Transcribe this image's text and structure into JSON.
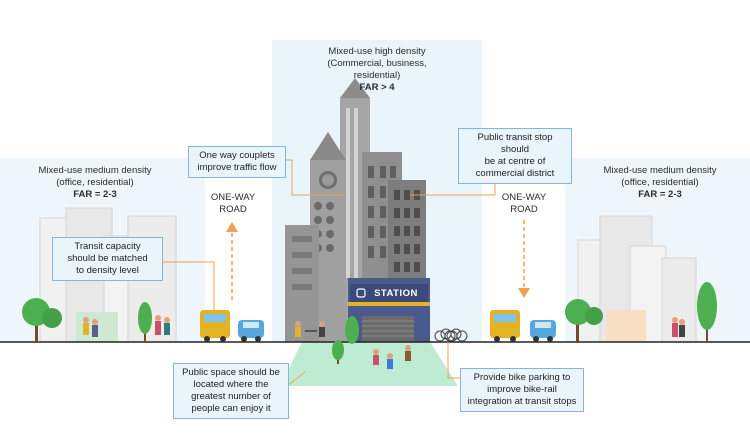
{
  "zones": {
    "center": {
      "line1": "Mixed-use high density",
      "line2": "(Commercial, business,",
      "line3": "residential)",
      "far": "FAR > 4"
    },
    "left": {
      "line1": "Mixed-use medium density",
      "line2": "(office, residential)",
      "far": "FAR = 2-3"
    },
    "right": {
      "line1": "Mixed-use medium density",
      "line2": "(office, residential)",
      "far": "FAR = 2-3"
    }
  },
  "callouts": {
    "one_way": {
      "line1": "One way couplets",
      "line2": "improve traffic flow"
    },
    "transit_stop": {
      "line1": "Public transit stop should",
      "line2": "be at centre of",
      "line3": "commercial district"
    },
    "capacity": {
      "line1": "Transit capacity",
      "line2": "should be matched",
      "line3": "to density level"
    },
    "public_space": {
      "line1": "Public space should be",
      "line2": "located where the",
      "line3": "greatest number of",
      "line4": "people can enjoy it"
    },
    "bike_parking": {
      "line1": "Provide bike parking to",
      "line2": "improve bike-rail",
      "line3": "integration at transit stops"
    }
  },
  "roads": {
    "left": {
      "line1": "ONE-WAY",
      "line2": "ROAD"
    },
    "right": {
      "line1": "ONE-WAY",
      "line2": "ROAD"
    }
  },
  "station": {
    "label": "STATION",
    "icon": "train-icon"
  },
  "colors": {
    "zone_bg": "#eaf4fb",
    "callout_border": "#8ab4d4",
    "leader_line": "#f0a050",
    "building_gray": "#9a9a9a",
    "building_dark": "#6e6e6e",
    "station_blue": "#4a5a8c",
    "tree_green": "#4caf50",
    "public_space": "#a8e6c4",
    "car_yellow": "#e3b325",
    "car_blue": "#56a8dc"
  }
}
